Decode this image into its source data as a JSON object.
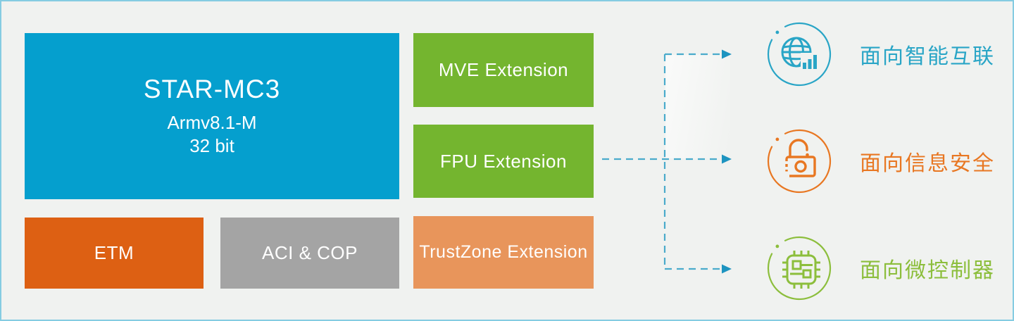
{
  "core": {
    "title": "STAR-MC3",
    "subtitle1": "Armv8.1-M",
    "subtitle2": "32 bit"
  },
  "blocks": {
    "mve": "MVE Extension",
    "fpu": "FPU Extension",
    "etm": "ETM",
    "aci_cop": "ACI & COP",
    "trustzone": "TrustZone Extension"
  },
  "targets": [
    {
      "icon": "globe-network-icon",
      "label": "面向智能互联"
    },
    {
      "icon": "open-lock-icon",
      "label": "面向信息安全"
    },
    {
      "icon": "chip-icon",
      "label": "面向微控制器"
    }
  ],
  "colors": {
    "core_blue": "#059FCE",
    "extension_green": "#74B52F",
    "etm_orange": "#DD6013",
    "aci_gray": "#A4A4A4",
    "trustzone_orange": "#E8955B",
    "arrow_line": "#4AABCB",
    "arrow_head": "#1D94C0",
    "target_connectivity": "#29A5C6",
    "target_security": "#E87722",
    "target_mcu": "#8CBE3C",
    "background": "#F0F2F0",
    "frame_border": "#85CCE2"
  }
}
